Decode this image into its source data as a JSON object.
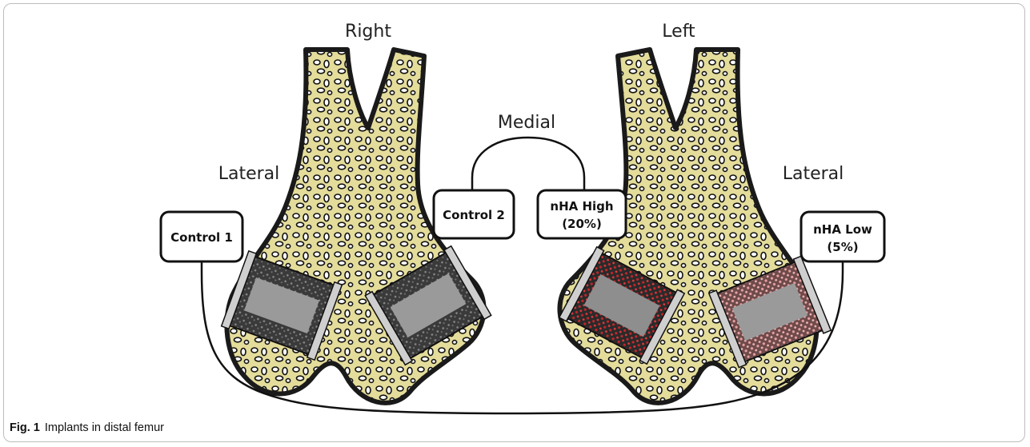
{
  "figure": {
    "side_labels": {
      "right": "Right",
      "left": "Left"
    },
    "region_labels": {
      "medial": "Medial",
      "lateral_right": "Lateral",
      "lateral_left": "Lateral"
    },
    "implant_boxes": {
      "control1": {
        "line1": "Control 1"
      },
      "control2": {
        "line1": "Control 2"
      },
      "nha_high": {
        "line1": "nHA High",
        "line2": "(20%)"
      },
      "nha_low": {
        "line1": "nHA Low",
        "line2": "(5%)"
      }
    },
    "colors": {
      "bone_fill": "#e4dc9a",
      "bone_outline": "#1a1a1a",
      "control_implant": "#555555",
      "nha_high_implant": "#c0262b",
      "nha_low_implant": "#e8a0a0"
    }
  },
  "caption": {
    "label": "Fig. 1",
    "text": "Implants in distal femur"
  }
}
